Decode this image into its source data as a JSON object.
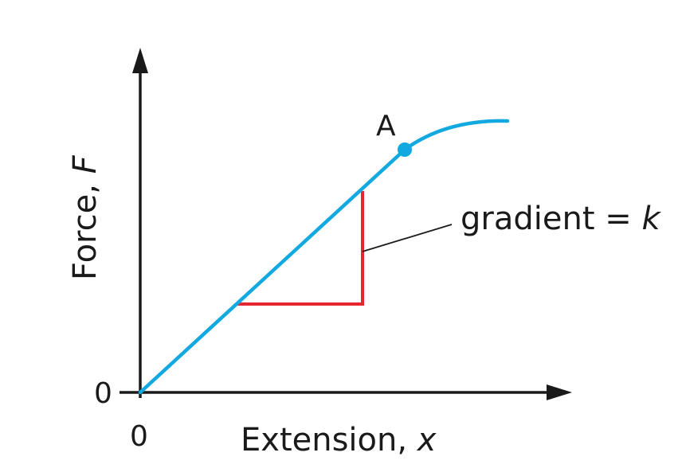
{
  "diagram": {
    "x_axis": {
      "label_text": "Extension, ",
      "label_symbol": "x",
      "origin_tick": "0"
    },
    "y_axis": {
      "label_text": "Force, ",
      "label_symbol": "F",
      "origin_tick": "0"
    },
    "point": {
      "label": "A"
    },
    "annotation": {
      "text": "gradient = ",
      "symbol": "k"
    },
    "colors": {
      "curve": "#12a8e0",
      "triangle": "#e3262f",
      "axes": "#1a1a1a",
      "leader": "#1a1a1a"
    },
    "icons": {
      "x_axis_arrow": "arrowhead-right-icon",
      "y_axis_arrow": "arrowhead-up-icon"
    }
  }
}
